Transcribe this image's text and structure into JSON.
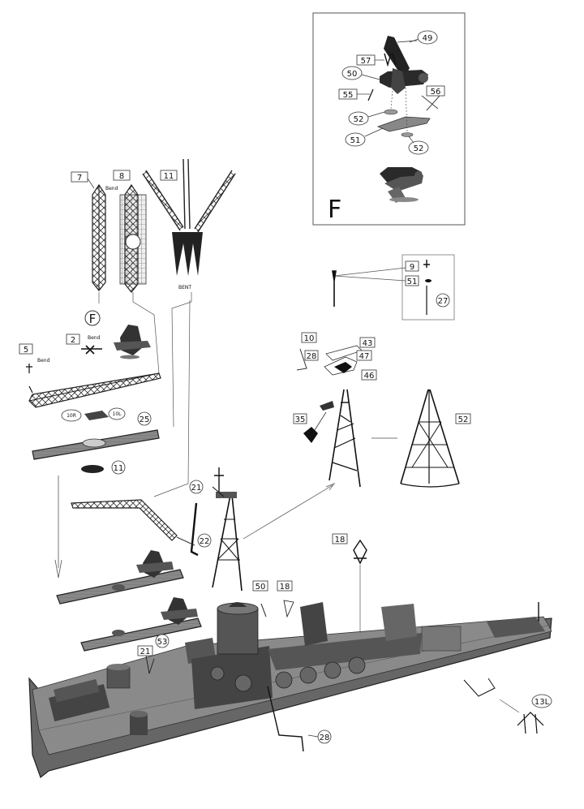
{
  "insert": {
    "letter": "F",
    "callouts": {
      "49": "49",
      "57": "57",
      "50": "50",
      "55": "55",
      "56": "56",
      "52a": "52",
      "51": "51",
      "52b": "52"
    }
  },
  "catapults": {
    "c7": "7",
    "c8": "8",
    "c11": "11",
    "bend": "Bend",
    "bent": "BENT"
  },
  "catapult_assembly": {
    "F": "F",
    "c2": "2",
    "c5": "5",
    "bend2": "Bend",
    "bend5": "Bend",
    "c10R": "10R",
    "c10L": "10L",
    "c25": "25",
    "c11": "11"
  },
  "mast_detail": {
    "c9": "9",
    "c51": "51",
    "c27": "27",
    "c10": "10",
    "c43": "43",
    "c28": "28",
    "c47": "47",
    "c46": "46",
    "c35": "35",
    "c52": "52"
  },
  "hull": {
    "c21a": "21",
    "c22": "22",
    "c18a": "18",
    "c50": "50",
    "c18b": "18",
    "c53": "53",
    "c21b": "21",
    "c28": "28",
    "c13L": "13L"
  }
}
